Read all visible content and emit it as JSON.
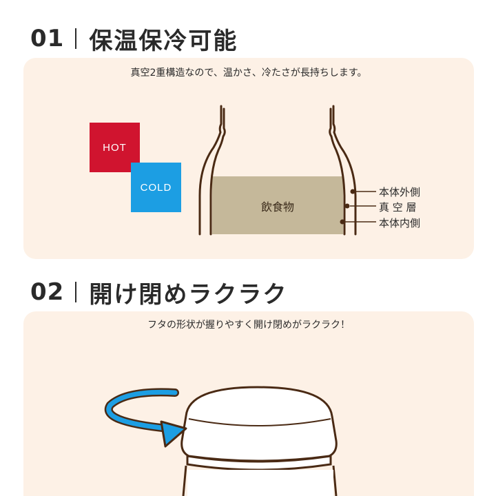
{
  "section1": {
    "number": "01",
    "title": "保温保冷可能",
    "caption": "真空2重構造なので、温かさ、冷たさが長持ちします。",
    "hot_label": "HOT",
    "cold_label": "COLD",
    "drink_label": "飲食物",
    "layers": [
      "本体外側",
      "真 空 層",
      "本体内側"
    ]
  },
  "section2": {
    "number": "02",
    "title": "開け閉めラクラク",
    "caption": "フタの形状が握りやすく開け閉めがラクラク！"
  },
  "colors": {
    "panel": "#fdf1e6",
    "hot": "#d0142f",
    "cold": "#1c9ee3",
    "drink": "#c5b89a",
    "outline": "#4a2a14"
  }
}
